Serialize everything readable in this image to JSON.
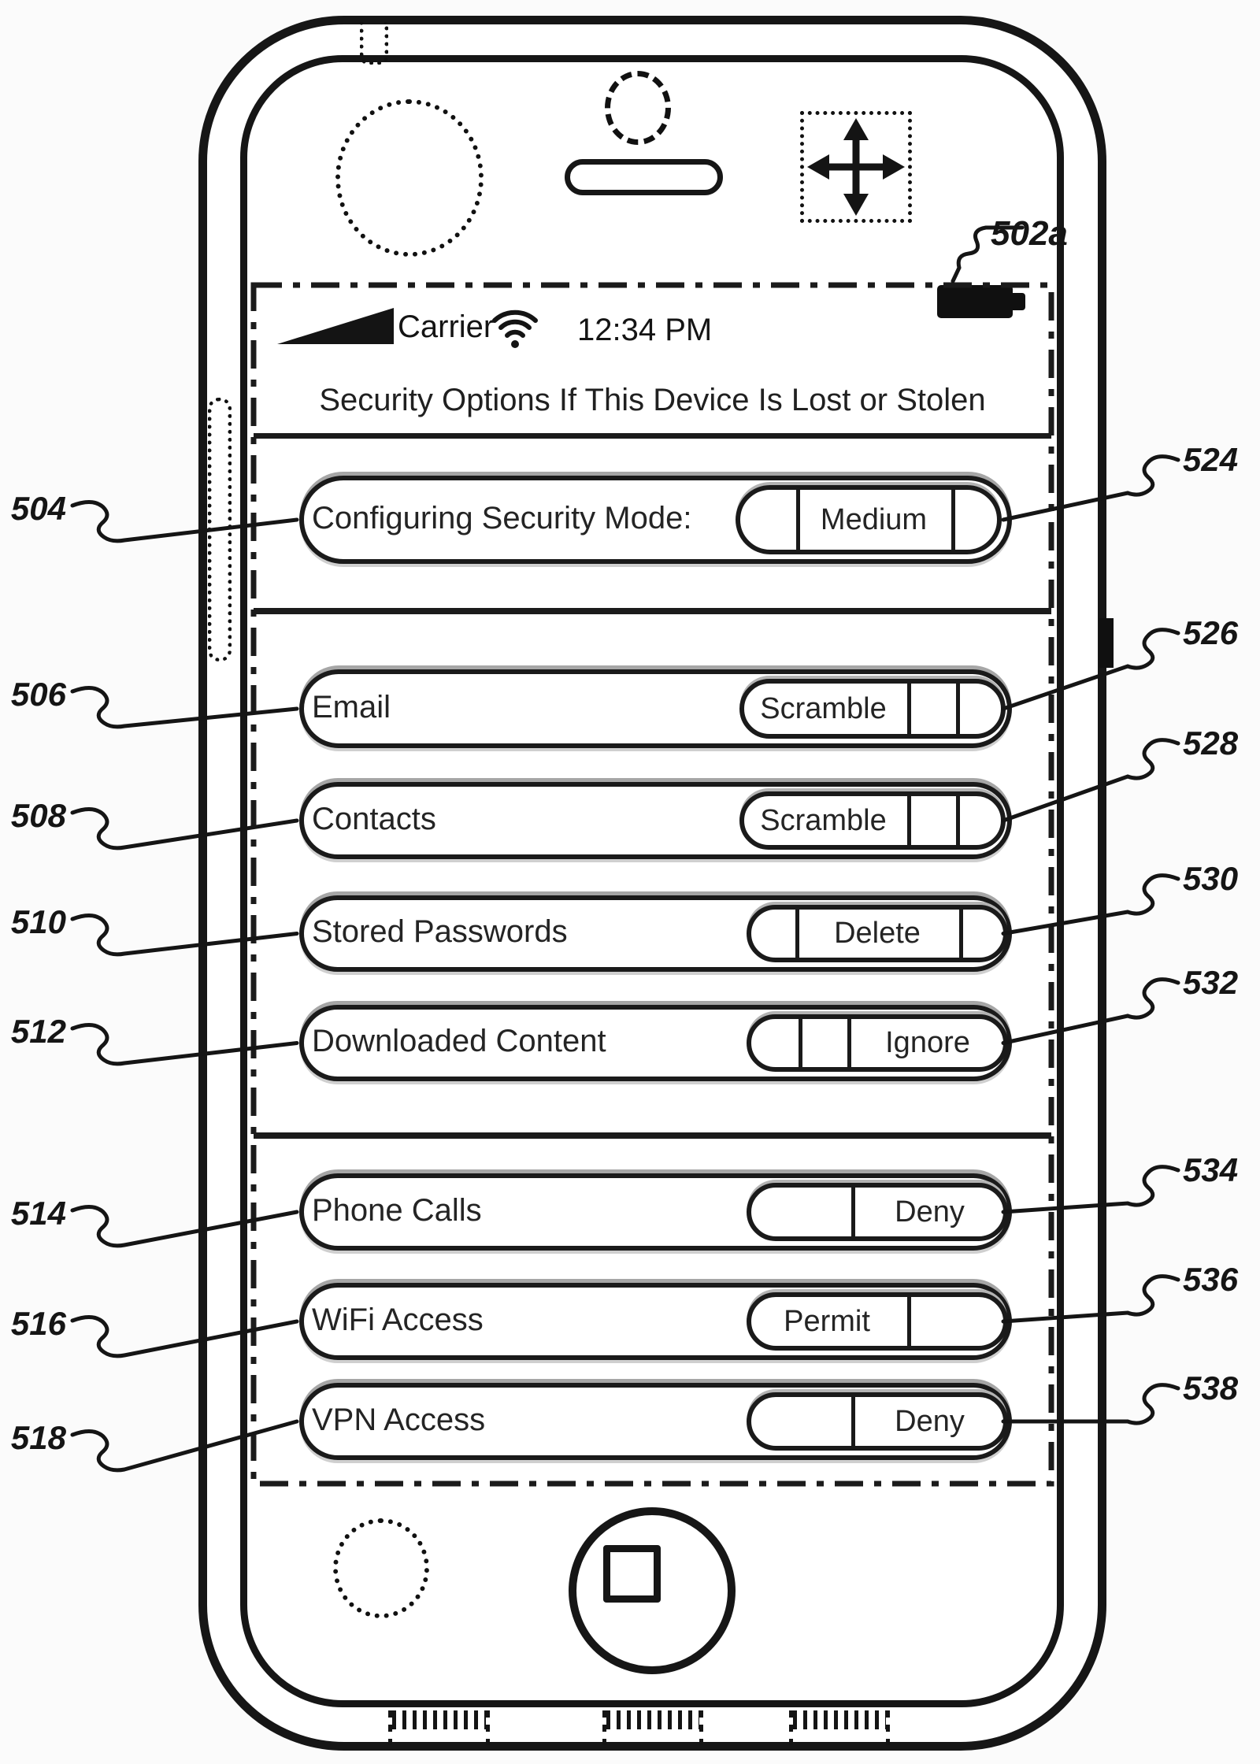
{
  "figure": {
    "screen_ref": "502a",
    "status_bar": {
      "carrier": "Carrier",
      "time": "12:34 PM"
    },
    "screen": {
      "title": "Security Options If This Device Is Lost or Stolen",
      "settings": [
        {
          "ref_left": "504",
          "ref_right": "524",
          "label": "Configuring Security Mode:",
          "toggle": {
            "value": "Medium",
            "position": "middle",
            "segments": [
              "",
              "Medium",
              ""
            ]
          }
        },
        {
          "ref_left": "506",
          "ref_right": "526",
          "label": "Email",
          "toggle": {
            "value": "Scramble",
            "position": "left",
            "segments": [
              "Scramble",
              "",
              ""
            ]
          }
        },
        {
          "ref_left": "508",
          "ref_right": "528",
          "label": "Contacts",
          "toggle": {
            "value": "Scramble",
            "position": "left",
            "segments": [
              "Scramble",
              "",
              ""
            ]
          }
        },
        {
          "ref_left": "510",
          "ref_right": "530",
          "label": "Stored Passwords",
          "toggle": {
            "value": "Delete",
            "position": "middle",
            "segments": [
              "",
              "Delete",
              ""
            ]
          }
        },
        {
          "ref_left": "512",
          "ref_right": "532",
          "label": "Downloaded Content",
          "toggle": {
            "value": "Ignore",
            "position": "right",
            "segments": [
              "",
              "",
              "Ignore"
            ]
          }
        },
        {
          "ref_left": "514",
          "ref_right": "534",
          "label": "Phone Calls",
          "toggle": {
            "value": "Deny",
            "position": "right",
            "segments": [
              "",
              "Deny"
            ]
          }
        },
        {
          "ref_left": "516",
          "ref_right": "536",
          "label": "WiFi Access",
          "toggle": {
            "value": "Permit",
            "position": "left",
            "segments": [
              "Permit",
              ""
            ]
          }
        },
        {
          "ref_left": "518",
          "ref_right": "538",
          "label": "VPN Access",
          "toggle": {
            "value": "Deny",
            "position": "right",
            "segments": [
              "",
              "Deny"
            ]
          }
        }
      ]
    },
    "hardware_icons": [
      "front-camera-icon",
      "earpiece-icon",
      "speaker-icon",
      "headphone-jack-icon",
      "move-icon",
      "sim-slot-icon",
      "side-button",
      "cellular-signal-icon",
      "wifi-icon",
      "battery-icon",
      "home-button",
      "microphone-icon"
    ],
    "colors": {
      "ink": "#1a1a1a",
      "paper": "#ffffff"
    }
  }
}
